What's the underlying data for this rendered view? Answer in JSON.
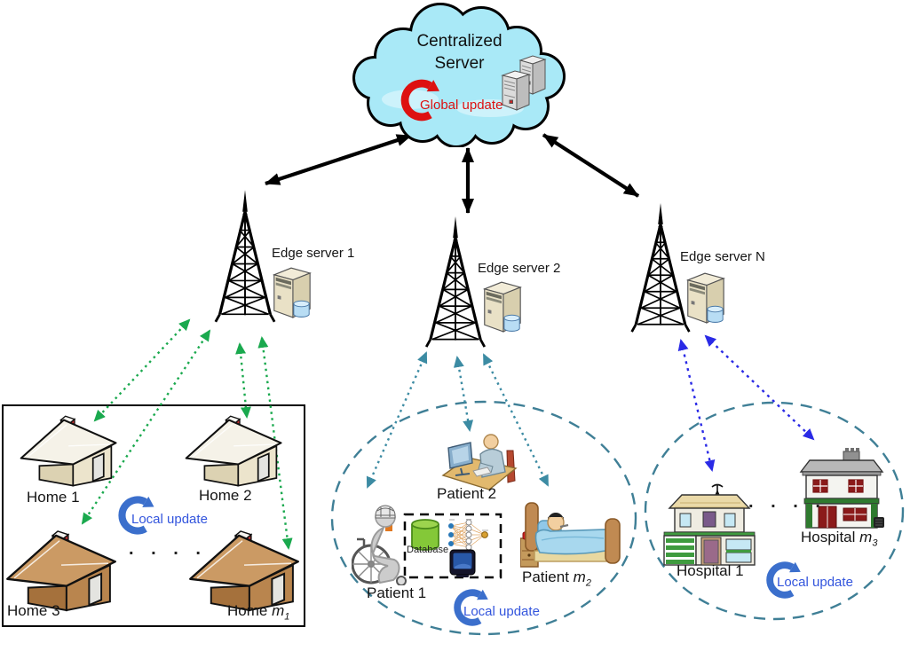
{
  "cloud": {
    "title_line1": "Centralized",
    "title_line2": "Server",
    "global_update_label": "Global update"
  },
  "edge_servers": [
    {
      "label": "Edge server 1"
    },
    {
      "label": "Edge server 2"
    },
    {
      "label": "Edge server N"
    }
  ],
  "homes": {
    "item1": "Home 1",
    "item2": "Home 2",
    "item3": "Home 3",
    "last": {
      "prefix": "Home ",
      "var": "m",
      "sub": "1"
    },
    "update_label": "Local update",
    "dots": ". . . ."
  },
  "patients": {
    "item1": "Patient 1",
    "item2": "Patient 2",
    "last": {
      "prefix": "Patient ",
      "var": "m",
      "sub": "2"
    },
    "database_label": "Database",
    "update_label": "Local update"
  },
  "hospitals": {
    "item1": "Hospital 1",
    "last": {
      "prefix": "Hospital ",
      "var": "m",
      "sub": "3"
    },
    "update_label": "Local update",
    "dots": ". . . ."
  },
  "colors": {
    "cloud_fill": "#a9e9f7",
    "green_arrow": "#1aa94e",
    "teal_arrow": "#3c8ba3",
    "blue_arrow": "#2a2ae6",
    "red_accent": "#dd1111",
    "local_update_text": "#3355dd",
    "cycle_arrow_blue": "#3b6fcc"
  }
}
